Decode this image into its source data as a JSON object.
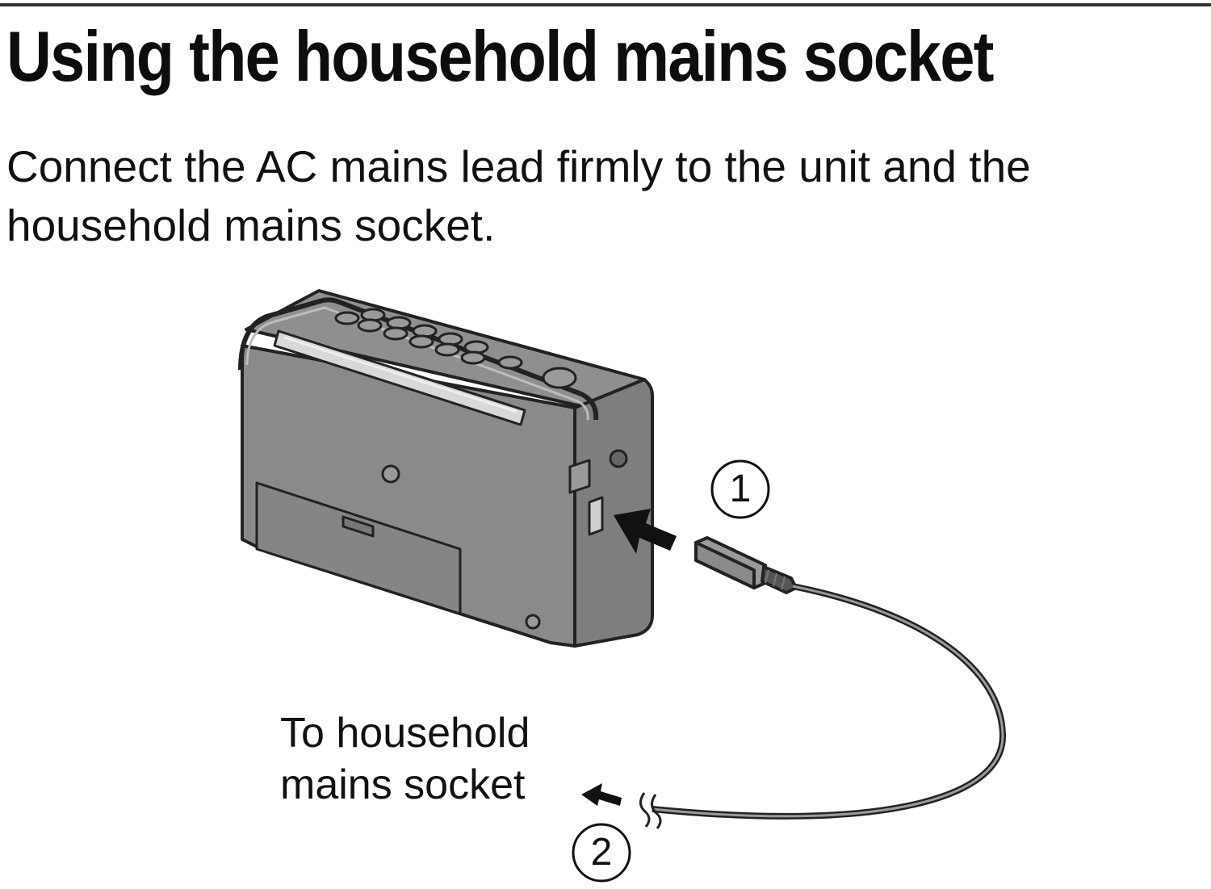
{
  "document": {
    "heading": "Using the household mains socket",
    "instruction": "Connect the AC mains lead firmly to the unit and the household mains socket.",
    "illustration": {
      "label_line1": "To household",
      "label_line2": "mains socket",
      "step_1": "1",
      "step_2": "2"
    },
    "colors": {
      "unit_body": "#8a8a8a",
      "unit_outline": "#222222",
      "text": "#111111"
    }
  }
}
